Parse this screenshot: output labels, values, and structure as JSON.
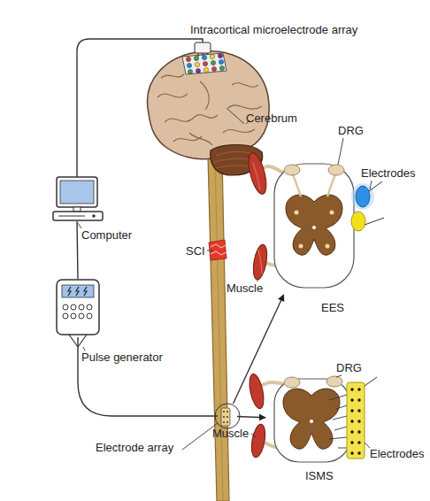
{
  "diagram": {
    "nodes": [
      {
        "text": [
          "Intracortical microelectrode array"
        ]
      },
      {
        "text": [
          "Computer"
        ]
      },
      {
        "text": [
          "Pulse generator"
        ]
      },
      {
        "text": [
          "Electrode array"
        ]
      },
      {
        "text": [
          "EES"
        ]
      },
      {
        "text": [
          "ISMS"
        ]
      }
    ],
    "edges": [
      {
        "from": 0,
        "to": 1,
        "arrow": "none"
      },
      {
        "from": 1,
        "to": 2,
        "arrow": "none"
      },
      {
        "from": 2,
        "to": 3,
        "arrow": "none"
      },
      {
        "from": 3,
        "to": 4,
        "arrow": "to"
      },
      {
        "from": 3,
        "to": 5,
        "arrow": "to"
      }
    ],
    "labels": [
      "Cerebrum",
      "SCI",
      "DRG",
      "Electrodes",
      "Muscle",
      "DRG",
      "Electrodes",
      "Muscle"
    ]
  }
}
